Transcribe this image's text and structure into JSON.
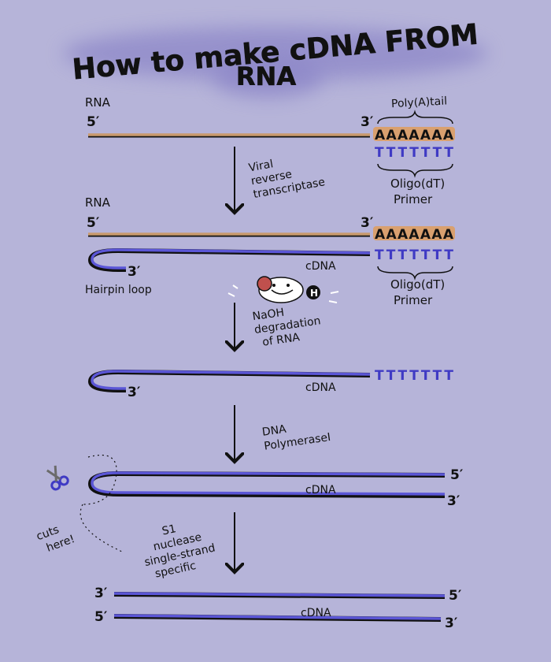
{
  "title": {
    "line1": "How to make cDNA FROM",
    "line2": "RNA"
  },
  "colors": {
    "background": "#b6b4d9",
    "rna": "#c99a6d",
    "dna": "#5b56d6",
    "ink": "#111111",
    "title_glow": "#8c86c8",
    "poly_a_fill": "#d9a06f"
  },
  "labels": {
    "rna_1": "RNA",
    "five_prime_1": "5′",
    "three_prime_1": "3′",
    "poly_a_tail": "Poly(A)tail",
    "poly_a_seq": "AAAAAAA",
    "poly_t_seq": "TTTTTTT",
    "oligo_dt_1": "Oligo(dT)",
    "primer_1": "Primer",
    "step1_line1": "Viral",
    "step1_line2": "reverse",
    "step1_line3": "transcriptase",
    "rna_2": "RNA",
    "five_prime_2": "5′",
    "three_prime_2": "3′",
    "poly_a_seq_2": "AAAAAAA",
    "poly_t_seq_2": "TTTTTTT",
    "hairpin_3prime": "3′",
    "cdna_1": "cDNA",
    "hairpin_loop": "Hairpin loop",
    "oligo_dt_2": "Oligo(dT)",
    "primer_2": "Primer",
    "step2_line1": "NaOH",
    "step2_line2": "degradation",
    "step2_line3": "of RNA",
    "mascot_badge": "H",
    "three_prime_3": "3′",
    "cdna_2": "cDNA",
    "poly_t_seq_3": "TTTTTTT",
    "step3_line1": "DNA",
    "step3_line2": "PolymeraseI",
    "five_prime_4": "5′",
    "three_prime_4": "3′",
    "cdna_3": "cDNA",
    "cuts_line1": "cuts",
    "cuts_line2": "here!",
    "step4_line1": "S1",
    "step4_line2": "nuclease",
    "step4_line3": "single-strand",
    "step4_line4": "specific",
    "final_3prime_top": "3′",
    "final_5prime_top": "5′",
    "final_5prime_bottom": "5′",
    "final_3prime_bottom": "3′",
    "cdna_4": "cDNA"
  },
  "icons": {
    "scissors": "scissors-icon",
    "mascot": "hydroxide-mascot-icon"
  }
}
